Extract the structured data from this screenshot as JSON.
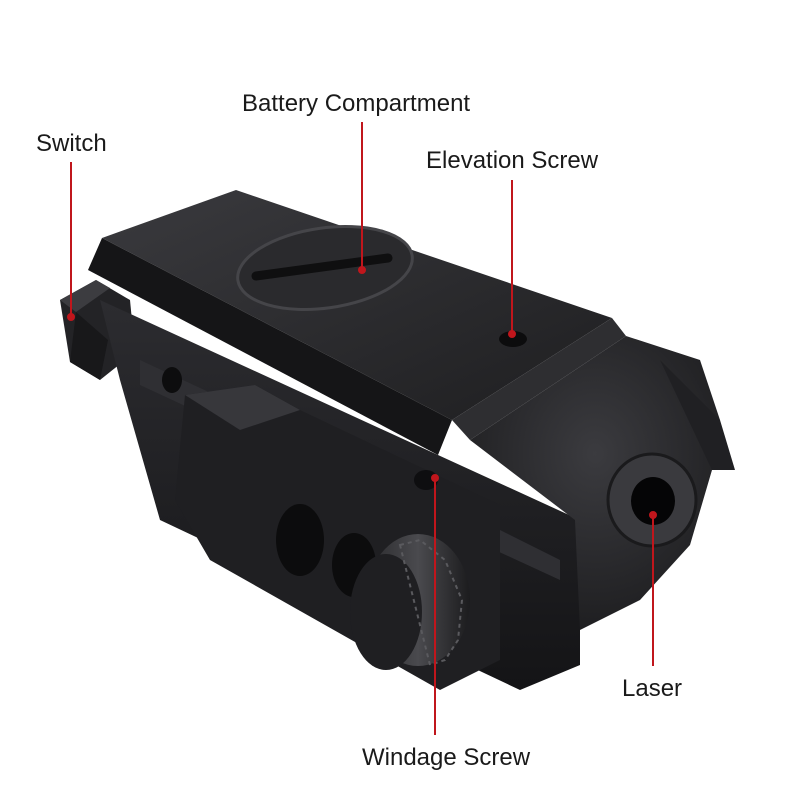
{
  "labels": {
    "switch": "Switch",
    "battery_compartment": "Battery Compartment",
    "elevation_screw": "Elevation Screw",
    "laser": "Laser",
    "windage_screw": "Windage Screw"
  },
  "colors": {
    "background": "#ffffff",
    "leader_line": "#c0161c",
    "text": "#1a1a1a",
    "body_dark": "#1c1c1e",
    "body_mid": "#2b2b2e",
    "body_light": "#3d3d41"
  }
}
